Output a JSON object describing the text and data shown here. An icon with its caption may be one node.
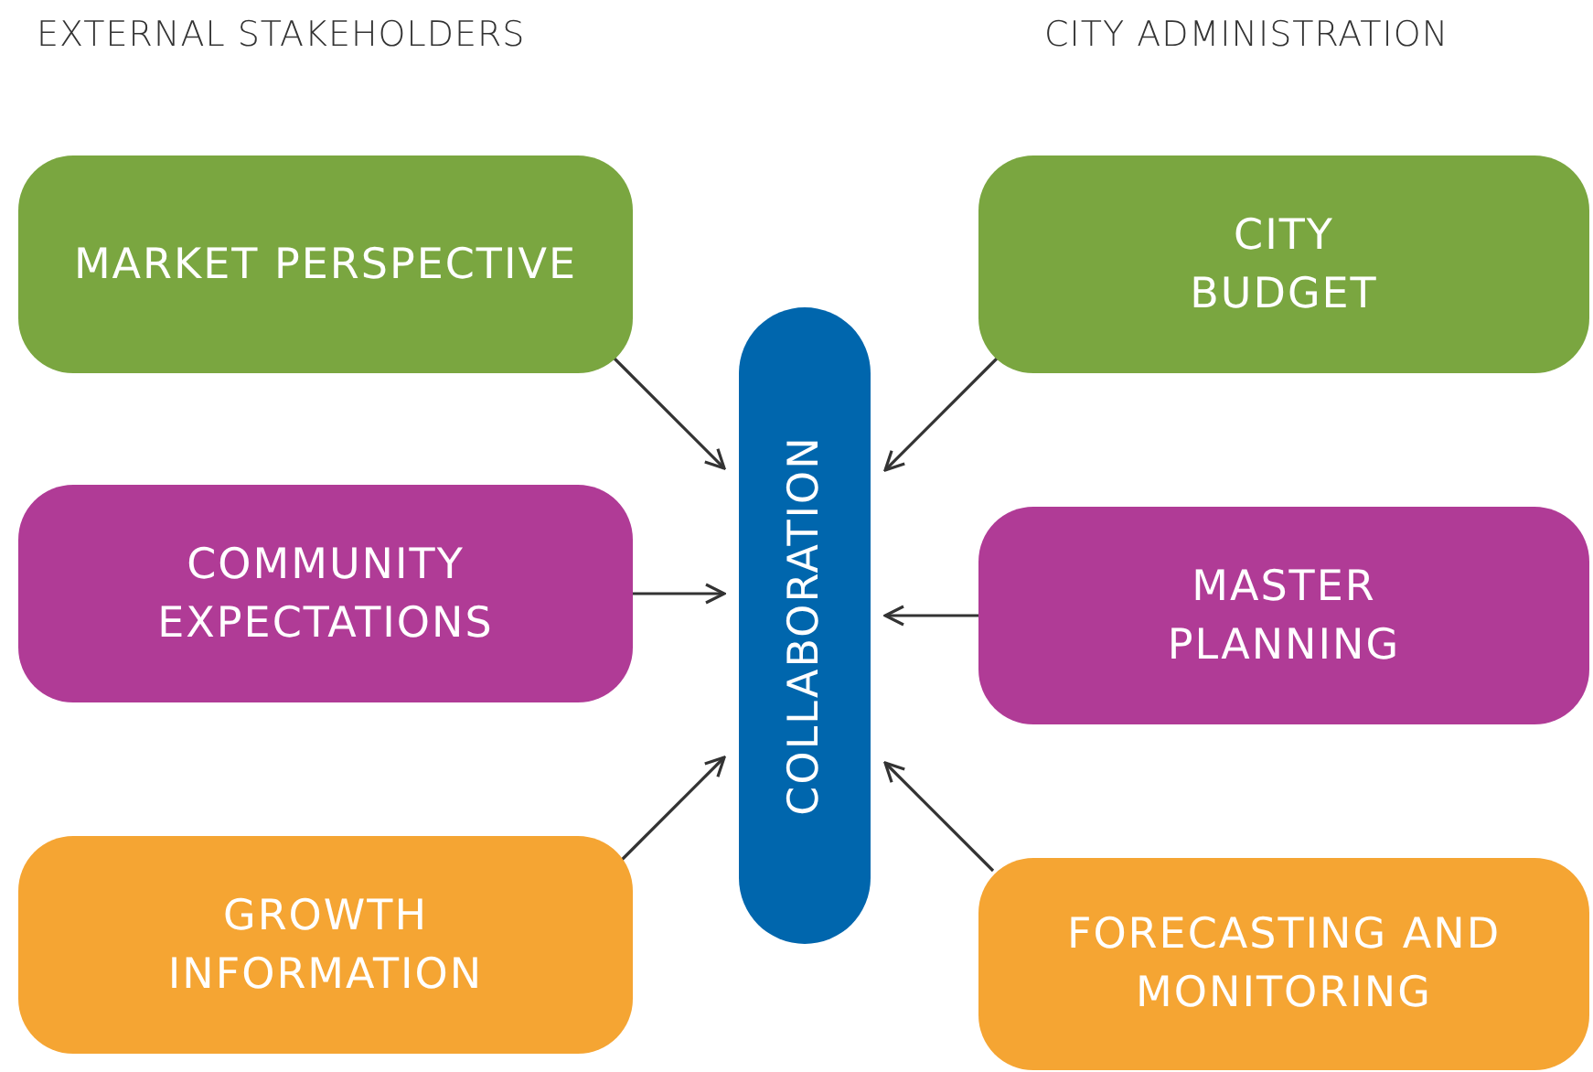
{
  "diagram": {
    "nodes": [
      {
        "text": [
          "MARKET PERSPECTIVE"
        ]
      },
      {
        "text": [
          "COMMUNITY EXPECTATIONS"
        ]
      },
      {
        "text": [
          "GROWTH INFORMATION"
        ]
      },
      {
        "text": [
          "COLLABORATION"
        ]
      },
      {
        "text": [
          "CITY BUDGET"
        ]
      },
      {
        "text": [
          "MASTER PLANNING"
        ]
      },
      {
        "text": [
          "FORECASTING AND MONITORING"
        ]
      }
    ],
    "edges": [
      {
        "from": 0,
        "to": 3,
        "arrow": "to"
      },
      {
        "from": 1,
        "to": 3,
        "arrow": "to"
      },
      {
        "from": 2,
        "to": 3,
        "arrow": "to"
      },
      {
        "from": 4,
        "to": 3,
        "arrow": "to"
      },
      {
        "from": 5,
        "to": 3,
        "arrow": "to"
      },
      {
        "from": 6,
        "to": 3,
        "arrow": "to"
      }
    ],
    "labels": [
      "EXTERNAL STAKEHOLDERS",
      "CITY ADMINISTRATION"
    ]
  }
}
